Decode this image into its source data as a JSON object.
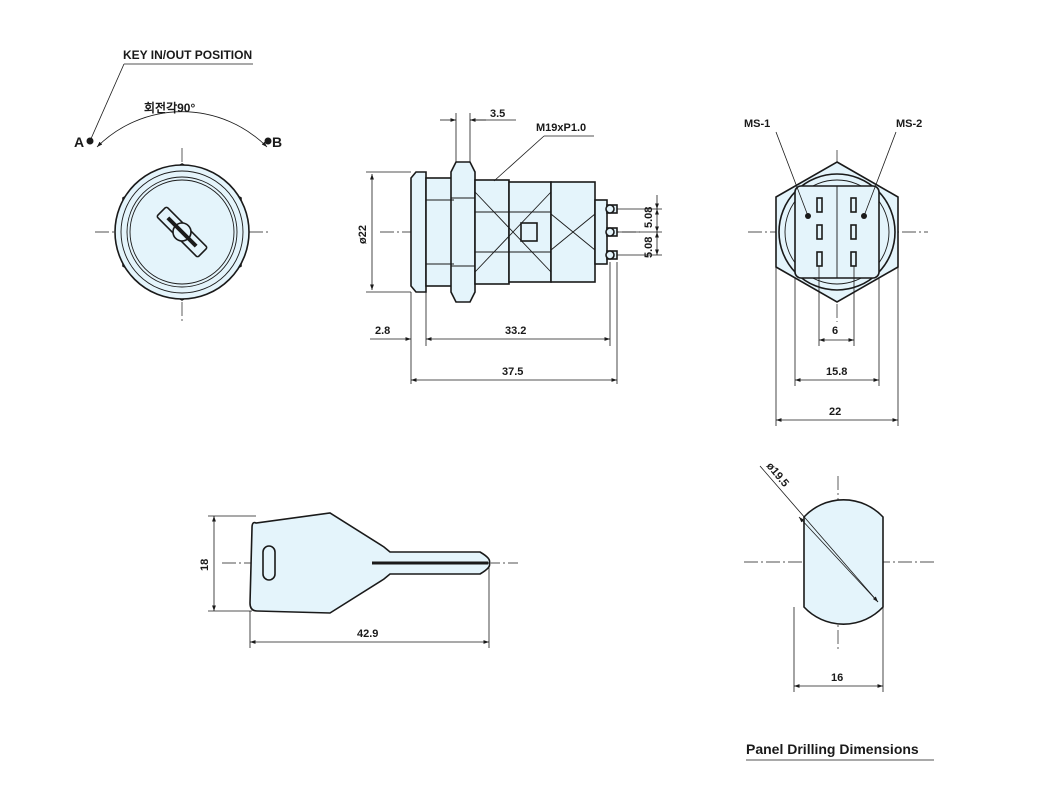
{
  "colors": {
    "part_fill": "#e4f4fb",
    "line": "#1a1a1a",
    "background": "#ffffff"
  },
  "front_view": {
    "callout": "KEY IN/OUT POSITION",
    "rotation_angle": "회전각90°",
    "position_a": "A",
    "position_b": "B"
  },
  "side_view": {
    "thread_spec": "M19xP1.0",
    "nut_width": "3.5",
    "diameter": "ø22",
    "flange_length": "2.8",
    "body_length": "33.2",
    "total_length": "37.5",
    "pin_pitch_top": "5.08",
    "pin_pitch_bottom": "5.08"
  },
  "rear_view": {
    "switch_1": "MS-1",
    "switch_2": "MS-2",
    "pin_spacing": "6",
    "terminal_span": "15.8",
    "hex_width": "22"
  },
  "key_view": {
    "key_height": "18",
    "key_length": "42.9"
  },
  "panel_view": {
    "hole_diameter": "ø19.5",
    "flat_width": "16",
    "title": "Panel Drilling Dimensions"
  }
}
